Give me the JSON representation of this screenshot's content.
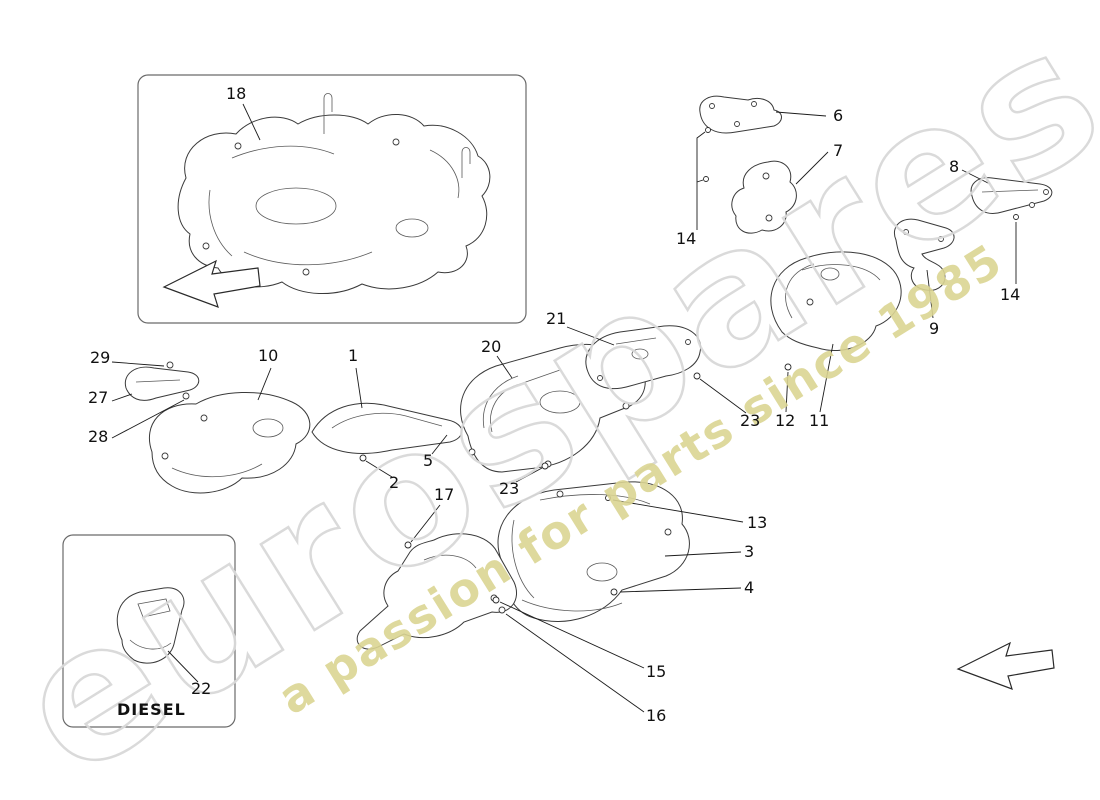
{
  "watermark": {
    "brand": "eurospares",
    "tagline": "a passion for parts since 1985"
  },
  "labels": {
    "diesel": "DIESEL"
  },
  "callouts": {
    "n18": "18",
    "n29": "29",
    "n27": "27",
    "n28": "28",
    "n10": "10",
    "n1": "1",
    "n2": "2",
    "n5": "5",
    "n17": "17",
    "n23b": "23",
    "n20": "20",
    "n21": "21",
    "n23a": "23",
    "n12": "12",
    "n11": "11",
    "n6": "6",
    "n7": "7",
    "n14a": "14",
    "n8": "8",
    "n14b": "14",
    "n9": "9",
    "n13": "13",
    "n3": "3",
    "n4": "4",
    "n15": "15",
    "n16": "16",
    "n22": "22"
  },
  "colors": {
    "drawing_line": "#3a3a3a",
    "watermark_outline": "#d9d9d9",
    "tagline_fill": "#dbd593",
    "background": "#ffffff"
  }
}
